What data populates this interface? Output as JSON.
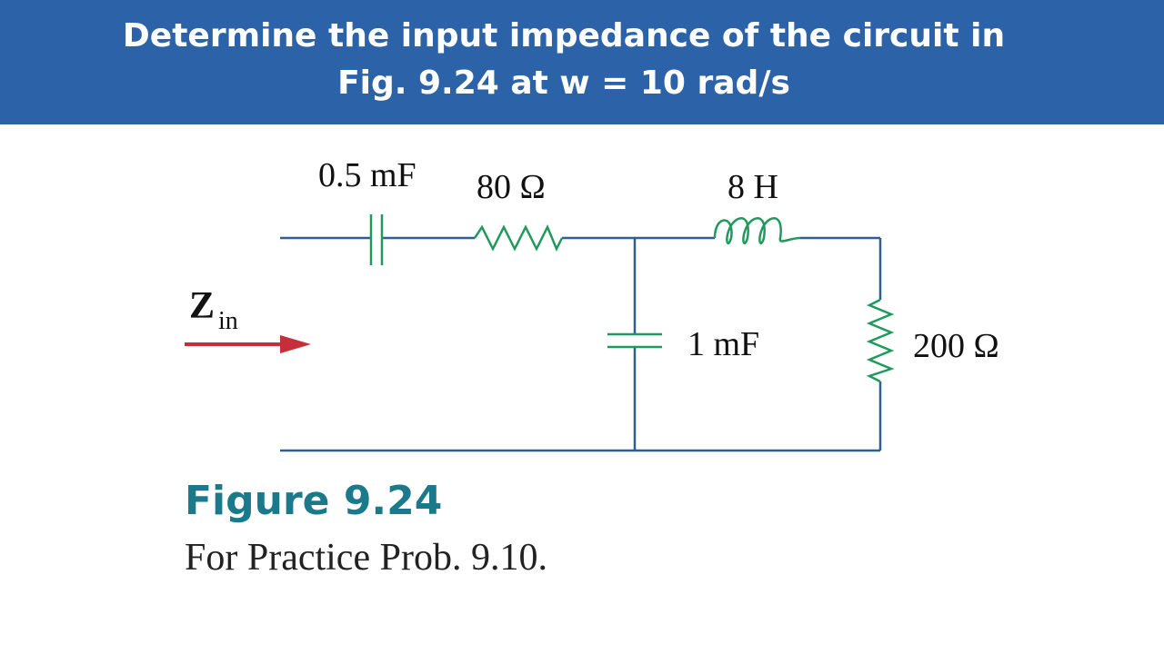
{
  "header": {
    "line1": "Determine the input impedance of the circuit in",
    "line2": "Fig. 9.24 at w = 10 rad/s"
  },
  "circuit": {
    "c1": "0.5 mF",
    "r1": "80 Ω",
    "l1": "8 H",
    "c2": "1 mF",
    "r2": "200 Ω",
    "zin": "Z",
    "zin_sub": "in",
    "colors": {
      "wire": "#2f5f8f",
      "component": "#1f9a5c",
      "arrow": "#c62e3a"
    }
  },
  "figure": {
    "title": "Figure 9.24",
    "caption": "For Practice Prob. 9.10."
  }
}
